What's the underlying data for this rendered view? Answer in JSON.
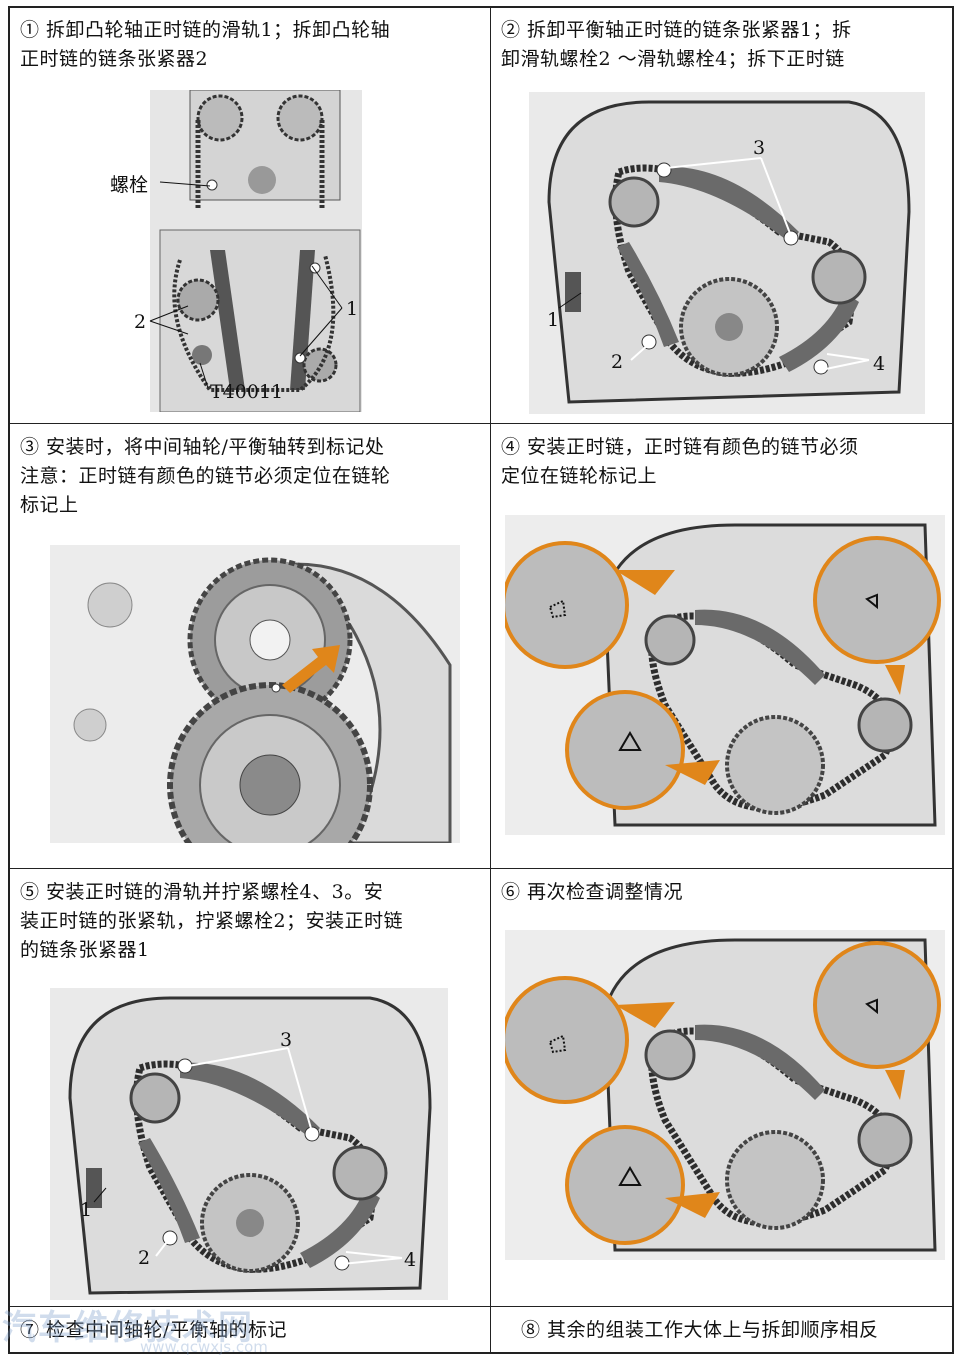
{
  "steps": [
    {
      "text": "① 拆卸凸轮轴正时链的滑轨1；拆卸凸轮轴\n正时链的链条张紧器2",
      "labels": [
        "螺栓",
        "1",
        "2",
        "T40011"
      ]
    },
    {
      "text": "② 拆卸平衡轴正时链的链条张紧器1；拆\n卸滑轨螺栓2 ～滑轨螺栓4；拆下正时链",
      "labels": [
        "1",
        "2",
        "3",
        "4"
      ]
    },
    {
      "text": "③ 安装时，将中间轴轮/平衡轴转到标记处\n注意：正时链有颜色的链节必须定位在链轮\n标记上",
      "labels": []
    },
    {
      "text": "④ 安装正时链，正时链有颜色的链节必须\n定位在链轮标记上",
      "labels": []
    },
    {
      "text": "⑤ 安装正时链的滑轨并拧紧螺栓4、3。安\n装正时链的张紧轨，拧紧螺栓2；安装正时链\n的链条张紧器1",
      "labels": [
        "1",
        "2",
        "3",
        "4"
      ]
    },
    {
      "text": "⑥ 再次检查调整情况",
      "labels": []
    },
    {
      "text": "⑦ 检查中间轴轮/平衡轴的标记",
      "labels": []
    },
    {
      "text": "⑧ 其余的组装工作大体上与拆卸顺序相反",
      "labels": []
    }
  ],
  "watermark": {
    "name": "汽车维修技术网",
    "url": "www.qcwxjs.com"
  },
  "colors": {
    "accent": "#e0861a",
    "line": "#222222",
    "chain": "#3a3a3a"
  }
}
